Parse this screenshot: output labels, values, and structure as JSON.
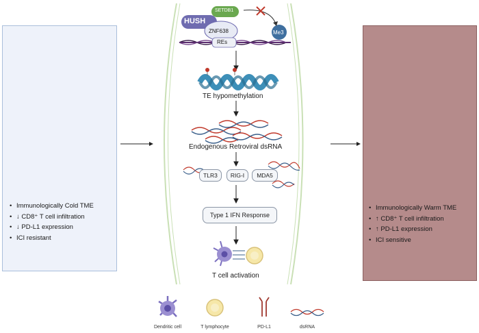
{
  "left_panel": {
    "bullets": [
      "Immunologically Cold TME",
      "↓ CD8⁺ T cell infiltration",
      "↓ PD-L1 expression",
      "ICI resistant"
    ]
  },
  "right_panel": {
    "bullets": [
      "Immunologically Warm TME",
      "↑ CD8⁺ T cell infiltration",
      "↑ PD-L1 expression",
      "ICI sensitive"
    ]
  },
  "center": {
    "hush": "HUSH",
    "setdb1": "SETDB1",
    "znf638": "ZNF638",
    "res": "REs",
    "me3": "Me3",
    "te_hypomethylation": "TE hypomethylation",
    "dsrna": "Endogenous Retroviral dsRNA",
    "sensors": [
      "TLR3",
      "RIG-I",
      "MDA5"
    ],
    "ifn": "Type 1 IFN Response",
    "tcell_activation": "T cell activation"
  },
  "legend": {
    "items": [
      "Dendritic cell",
      "T lymphocyte",
      "PD-L1",
      "dsRNA"
    ]
  },
  "colors": {
    "cold_panel": "#eef2fa",
    "warm_panel": "#b58b8b",
    "hush": "#6f6cb0",
    "setdb1": "#6aa84f",
    "me3": "#3f6f9f",
    "dna": "#5b2c6f",
    "dsrna_red": "#c0392b",
    "dsrna_blue": "#3a5f8a",
    "dendritic": "#9b8fd1",
    "t_lymphocyte": "#f6e7a8",
    "pd_l1": "#a0392f"
  }
}
